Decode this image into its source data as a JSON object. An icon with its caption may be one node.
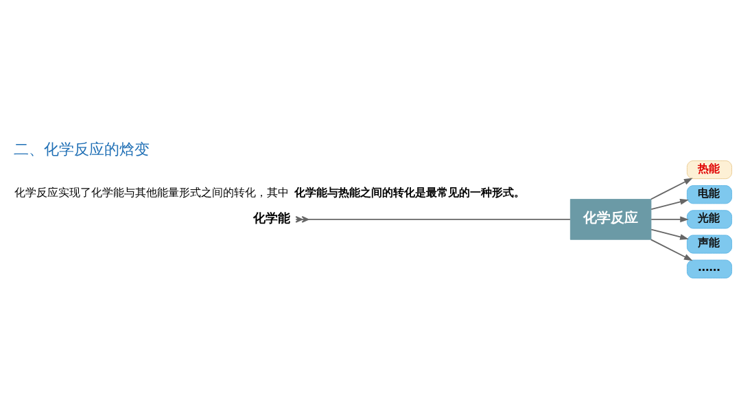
{
  "diagram": {
    "title": "二、化学反应的焓变",
    "nodes": [
      {
        "text": [
          "化学能"
        ]
      },
      {
        "text": [
          "化学反应"
        ]
      },
      {
        "text": [
          "热能"
        ]
      },
      {
        "text": [
          "电能"
        ]
      },
      {
        "text": [
          "光能"
        ]
      },
      {
        "text": [
          "声能"
        ]
      },
      {
        "text": [
          "……"
        ]
      }
    ],
    "edges": [
      {
        "from": 0,
        "to": 1,
        "arrow": "other"
      },
      {
        "from": 1,
        "to": 2,
        "arrow": "to"
      },
      {
        "from": 1,
        "to": 3,
        "arrow": "to"
      },
      {
        "from": 1,
        "to": 4,
        "arrow": "to"
      },
      {
        "from": 1,
        "to": 5,
        "arrow": "to"
      },
      {
        "from": 1,
        "to": 6,
        "arrow": "to"
      }
    ],
    "labels": [
      "化学反应实现了化学能与其他能量形式之间的转化，其中**化学能与热能之间的转化是最常见的一种形式。**"
    ]
  }
}
